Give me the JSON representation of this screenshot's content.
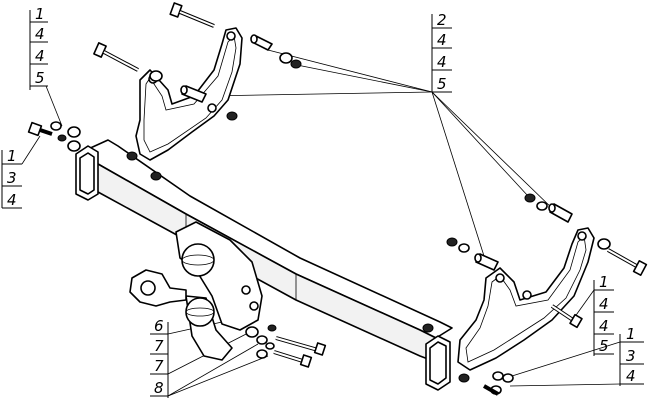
{
  "callouts": {
    "top_left": [
      "1",
      "4",
      "4",
      "5"
    ],
    "mid_left": [
      "1",
      "3",
      "4"
    ],
    "top_right": [
      "2",
      "4",
      "4",
      "5"
    ],
    "right_mid": [
      "1",
      "4",
      "4",
      "5"
    ],
    "right_low": [
      "1",
      "3",
      "4"
    ],
    "bottom_left": [
      "6",
      "7",
      "7",
      "8"
    ]
  }
}
